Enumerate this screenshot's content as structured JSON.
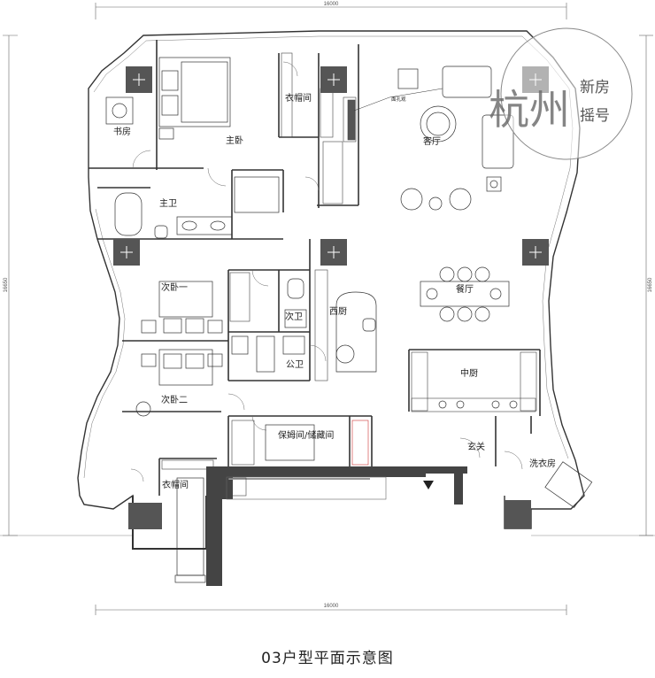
{
  "caption": "03户型平面示意图",
  "dimensions": {
    "top": "16000",
    "bottom": "16000",
    "left": "16650",
    "right": "16650"
  },
  "rooms": {
    "study": "书房",
    "master_bedroom": "主卧",
    "walk_in_closet_top": "衣帽间",
    "living_room": "客厅",
    "master_bath": "主卫",
    "second_bedroom_1": "次卧一",
    "second_bedroom_2": "次卧二",
    "second_bath": "次卫",
    "public_bath": "公卫",
    "western_kitchen": "西厨",
    "dining_room": "餐厅",
    "chinese_kitchen": "中厨",
    "storage": "保姆间/储藏间",
    "entrance": "玄关",
    "laundry": "洗衣房",
    "walk_in_closet_bottom": "衣帽间"
  },
  "annotations": {
    "pipe_note": "面孔观"
  },
  "watermark": {
    "logo_text": "杭州",
    "line1": "新房",
    "line2": "摇号"
  }
}
